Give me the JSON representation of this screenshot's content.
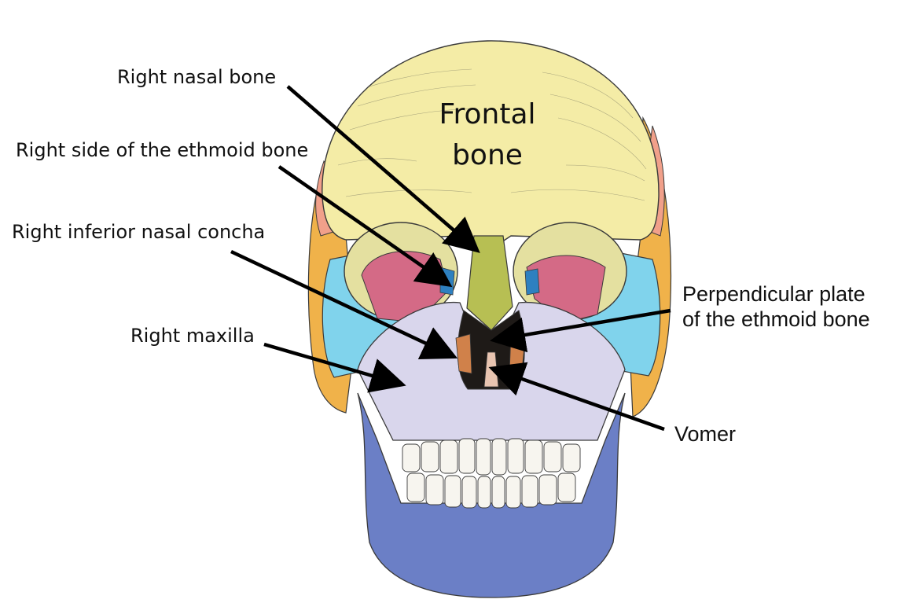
{
  "labels": {
    "frontal_line1": "Frontal",
    "frontal_line2": "bone",
    "right_nasal_bone": "Right nasal bone",
    "right_ethmoid": "Right side of the ethmoid bone",
    "right_inferior_concha": "Right inferior nasal concha",
    "right_maxilla": "Right maxilla",
    "perpendicular_line1": "Perpendicular plate",
    "perpendicular_line2": "of the ethmoid bone",
    "vomer": "Vomer"
  },
  "colors": {
    "frontal": "#f4eca6",
    "parietal": "#f1a08a",
    "zygomatic": "#80d3ec",
    "sphenoid": "#f0b24a",
    "orbit": "#d46a86",
    "maxilla": "#d9d6ec",
    "mandible": "#6b7fc6",
    "nasal": "#b7bf53",
    "concha": "#d0814a",
    "teeth": "#f7f5ef",
    "ethmoid": "#2e80c0"
  }
}
